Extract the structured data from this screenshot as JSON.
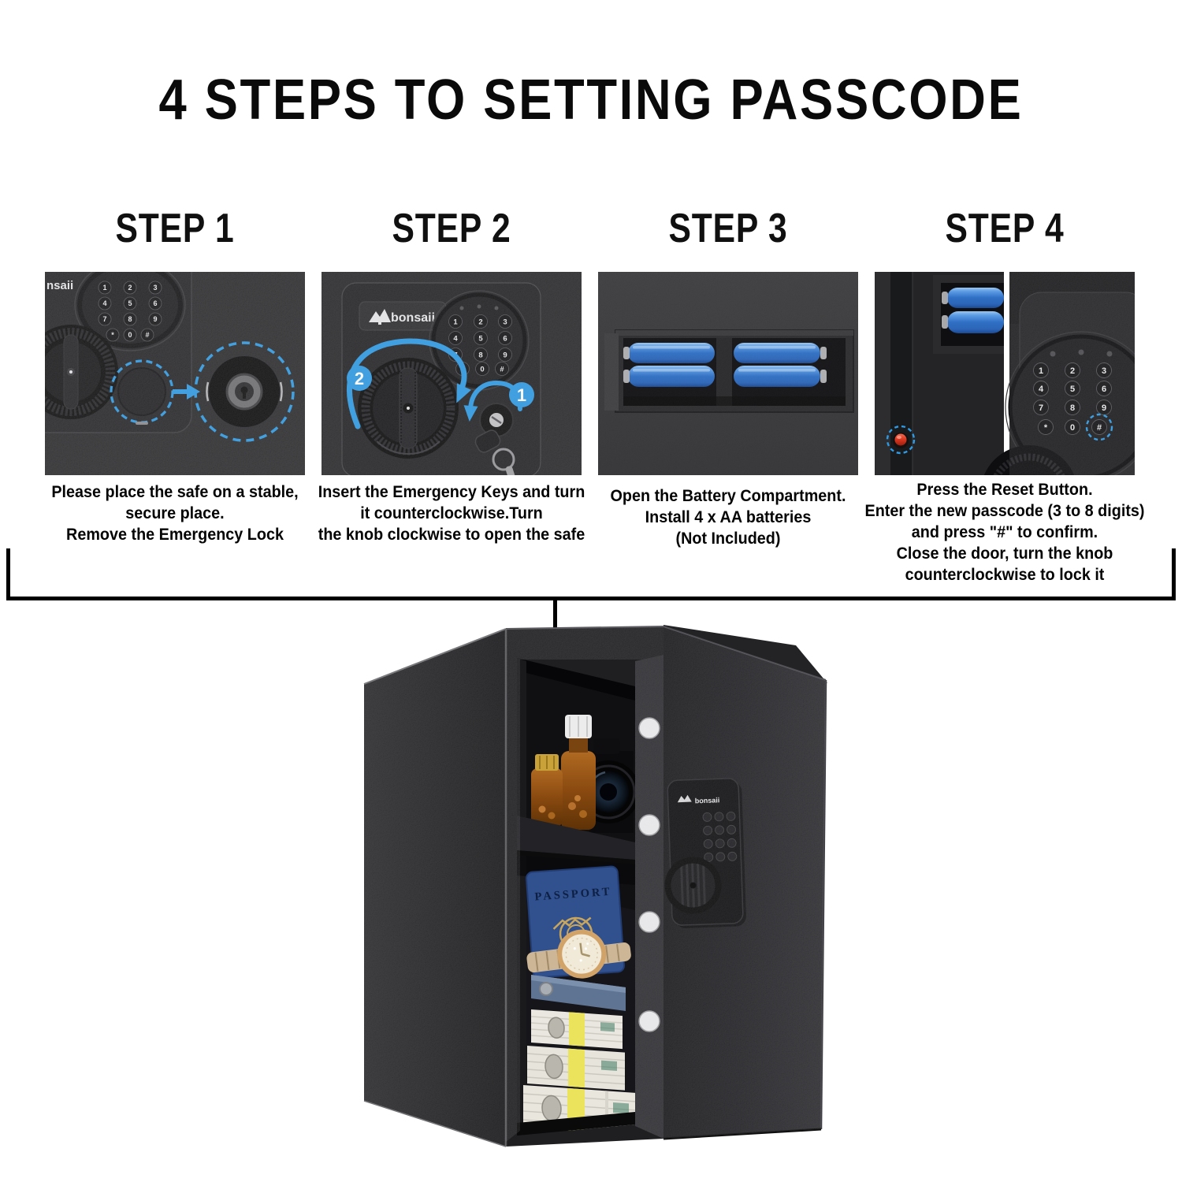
{
  "title": "4 STEPS TO SETTING PASSCODE",
  "brand": {
    "logo_text": "bonsaii",
    "logo_partial": "nsaii"
  },
  "steps": [
    {
      "label": "STEP 1",
      "caption_lines": [
        "Please place the safe on a stable,",
        "secure place.",
        "Remove the Emergency Lock"
      ]
    },
    {
      "label": "STEP 2",
      "caption_lines": [
        "Insert the Emergency Keys and turn",
        "it counterclockwise.Turn",
        "the knob clockwise to open the safe"
      ],
      "badges": {
        "knob_turn": "2",
        "key_turn": "1"
      }
    },
    {
      "label": "STEP 3",
      "caption_lines": [
        "Open the Battery Compartment.",
        "Install 4 x AA batteries",
        "(Not Included)"
      ]
    },
    {
      "label": "STEP 4",
      "caption_lines": [
        "Press the Reset Button.",
        "Enter the new passcode (3 to 8 digits)",
        "and press \"#\" to confirm.",
        "Close the door, turn the knob",
        "counterclockwise to lock it"
      ]
    }
  ],
  "keypad": {
    "keys": [
      "1",
      "2",
      "3",
      "4",
      "5",
      "6",
      "7",
      "8",
      "9",
      "*",
      "0",
      "#"
    ]
  },
  "safe_contents": {
    "passport_label": "PASSPORT"
  },
  "colors": {
    "accent_blue": "#2e9ae4",
    "reset_red": "#d9381f",
    "battery_blue": "#3572c8"
  }
}
